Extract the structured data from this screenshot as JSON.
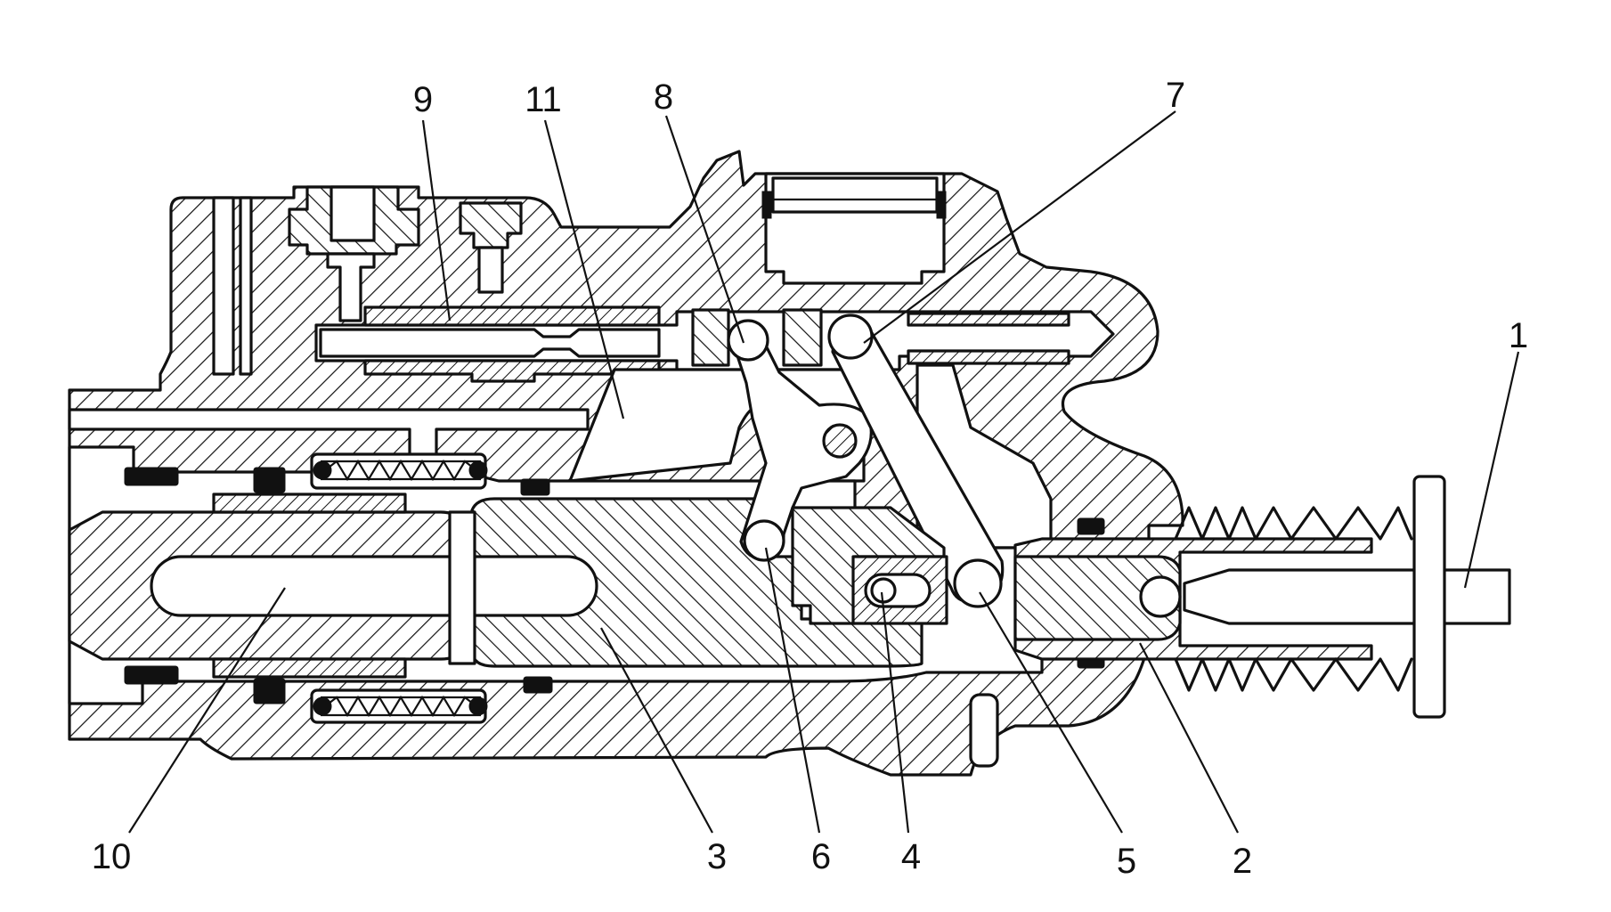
{
  "callouts": [
    {
      "id": "1",
      "label": "1"
    },
    {
      "id": "2",
      "label": "2"
    },
    {
      "id": "3",
      "label": "3"
    },
    {
      "id": "4",
      "label": "4"
    },
    {
      "id": "5",
      "label": "5"
    },
    {
      "id": "6",
      "label": "6"
    },
    {
      "id": "7",
      "label": "7"
    },
    {
      "id": "8",
      "label": "8"
    },
    {
      "id": "9",
      "label": "9"
    },
    {
      "id": "10",
      "label": "10"
    },
    {
      "id": "11",
      "label": "11"
    }
  ],
  "colors": {
    "ink": "#111111",
    "paper": "#ffffff"
  }
}
